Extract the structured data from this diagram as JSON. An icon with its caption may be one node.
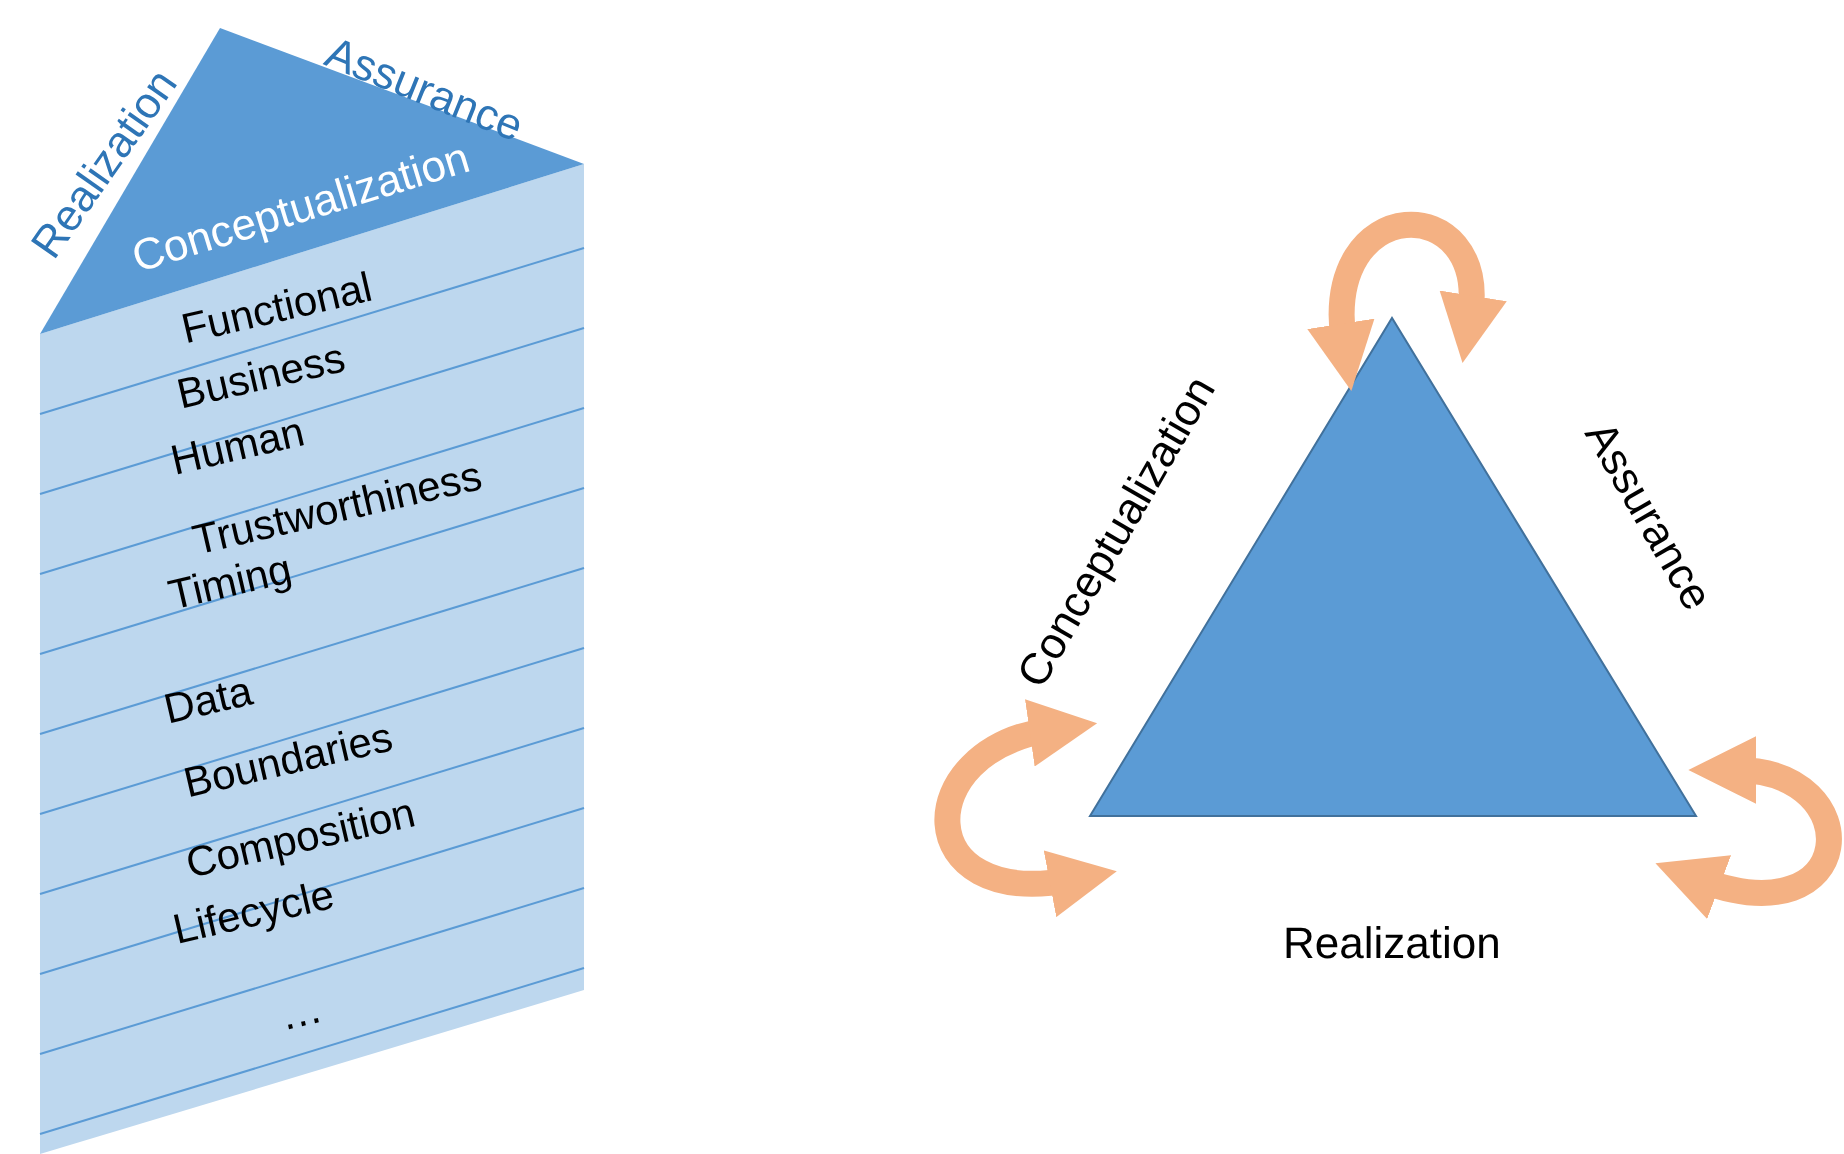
{
  "diagram": {
    "nodes": [
      {
        "text": [
          "Conceptualization"
        ],
        "beside": [
          "Realization",
          "Assurance"
        ]
      },
      {
        "text": [
          "Functional"
        ]
      },
      {
        "text": [
          "Business"
        ]
      },
      {
        "text": [
          "Human"
        ]
      },
      {
        "text": [
          "Trustworthiness"
        ]
      },
      {
        "text": [
          "Timing"
        ]
      },
      {
        "text": [
          "Data"
        ]
      },
      {
        "text": [
          "Boundaries"
        ]
      },
      {
        "text": [
          "Composition"
        ]
      },
      {
        "text": [
          "Lifecycle"
        ]
      },
      {
        "text": [
          "…"
        ]
      },
      {
        "text": [],
        "shape": "triangle",
        "beside": [
          "Conceptualization",
          "Assurance",
          "Realization"
        ]
      }
    ],
    "edges": [
      {
        "from": 11,
        "to": 11,
        "arrow": "both"
      },
      {
        "from": 11,
        "to": 11,
        "arrow": "both"
      },
      {
        "from": 11,
        "to": 11,
        "arrow": "both"
      }
    ]
  }
}
